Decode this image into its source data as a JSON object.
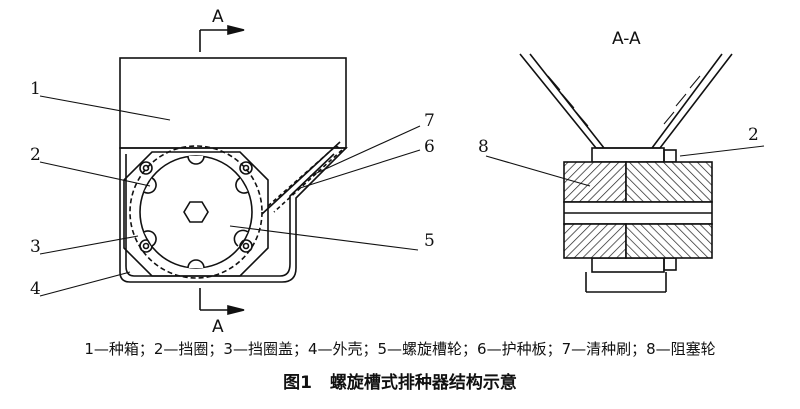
{
  "section_marks": {
    "top": "A",
    "bottom": "A",
    "view_title": "A-A"
  },
  "callouts": {
    "left": [
      "1",
      "2",
      "3",
      "4",
      "5",
      "6",
      "7"
    ],
    "right": [
      "2",
      "8"
    ]
  },
  "legend": "1—种箱；2—挡圈；3—挡圈盖；4—外壳；5—螺旋槽轮；6—护种板；7—清种刷；8—阻塞轮",
  "caption": {
    "number": "图1",
    "title": "螺旋槽式排种器结构示意"
  }
}
